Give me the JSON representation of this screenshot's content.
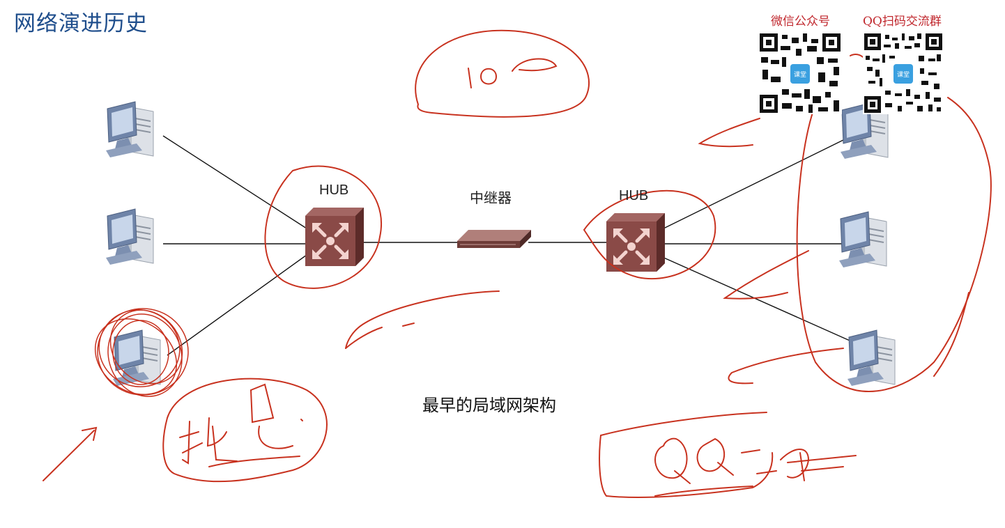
{
  "title": "网络演进历史",
  "caption": "最早的局域网架构",
  "devices": {
    "hub_left_label": "HUB",
    "hub_right_label": "HUB",
    "repeater_label": "中继器"
  },
  "qr": {
    "wechat_label": "微信公众号",
    "qq_label": "QQ扫码交流群",
    "center_badge": "课堂"
  },
  "colors": {
    "title": "#1f4e8c",
    "annotation": "#c8321f",
    "hub_body": "#8a4a47",
    "qr_label": "#c0272d"
  }
}
